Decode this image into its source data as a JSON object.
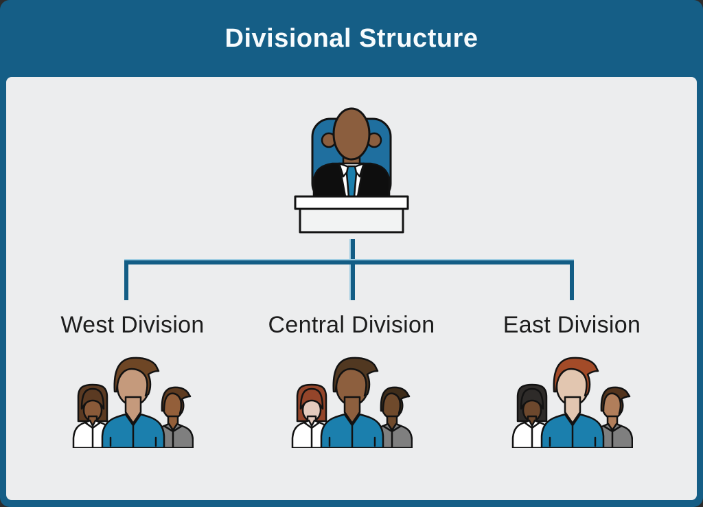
{
  "theme": {
    "page_bg": "#2c2c2c",
    "frame_teal": "#155e86",
    "panel_bg": "#ecedee",
    "title_color": "#f7fbfd",
    "label_color": "#1d1d1d",
    "connector": "#135d85",
    "connector_highlight": "#9fcde2"
  },
  "header": {
    "title": "Divisional Structure"
  },
  "executive": {
    "role": "top-executive",
    "skin": "#8b5e3e",
    "chair": "#1f6f9f",
    "suit": "#0e0e0e",
    "shirt": "#ffffff",
    "tie": "#1b7fad",
    "desk_top": "#ffffff",
    "desk_body": "#f2f3f3"
  },
  "divisions": [
    {
      "label": "West Division",
      "members": [
        {
          "role": "member-left-woman",
          "hair": "#5b3a22",
          "skin": "#8a5a39",
          "shirt": "#ffffff"
        },
        {
          "role": "member-center-lead",
          "hair": "#6e4625",
          "skin": "#c59a7c",
          "shirt": "#1b7fad"
        },
        {
          "role": "member-right-man",
          "hair": "#5e3b20",
          "skin": "#935f3a",
          "shirt": "#7f7f7f"
        }
      ]
    },
    {
      "label": "Central Division",
      "members": [
        {
          "role": "member-left-woman",
          "hair": "#94452a",
          "skin": "#e5cbbd",
          "shirt": "#ffffff"
        },
        {
          "role": "member-center-lead",
          "hair": "#513821",
          "skin": "#8d5f3e",
          "shirt": "#1b7fad"
        },
        {
          "role": "member-right-man",
          "hair": "#3f2d1a",
          "skin": "#6f4a2c",
          "shirt": "#7f7f7f"
        }
      ]
    },
    {
      "label": "East Division",
      "members": [
        {
          "role": "member-left-woman",
          "hair": "#2e2b29",
          "skin": "#6d482d",
          "shirt": "#ffffff"
        },
        {
          "role": "member-center-lead",
          "hair": "#a34b28",
          "skin": "#e2c6b0",
          "shirt": "#1b7fad"
        },
        {
          "role": "member-right-man",
          "hair": "#53341d",
          "skin": "#b17e5b",
          "shirt": "#7f7f7f"
        }
      ]
    }
  ]
}
